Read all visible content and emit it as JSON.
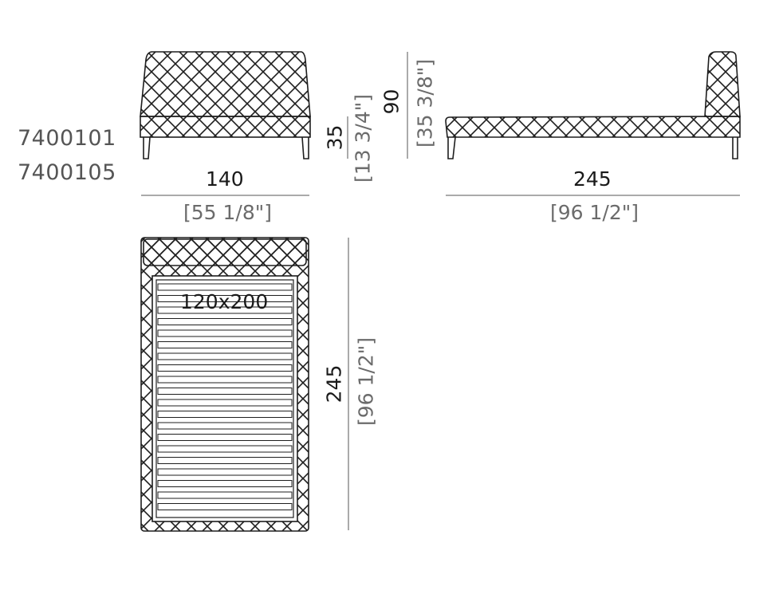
{
  "product_codes": [
    "7400101",
    "7400105"
  ],
  "dimensions": {
    "front_width": {
      "cm": "140",
      "inch": "[55 1/8\"]"
    },
    "side_length": {
      "cm": "245",
      "inch": "[96 1/2\"]"
    },
    "top_length": {
      "cm": "245",
      "inch": "[96 1/2\"]"
    },
    "seat_height": {
      "cm": "35",
      "inch": "[13 3/4\"]"
    },
    "headboard_height": {
      "cm": "90",
      "inch": "[35 3/8\"]"
    }
  },
  "mattress_size": "120x200",
  "colors": {
    "line": "#1e1e1e",
    "dim_line": "#555555",
    "metric_text": "#1a1a1a",
    "imperial_text": "#6b6b6b"
  }
}
